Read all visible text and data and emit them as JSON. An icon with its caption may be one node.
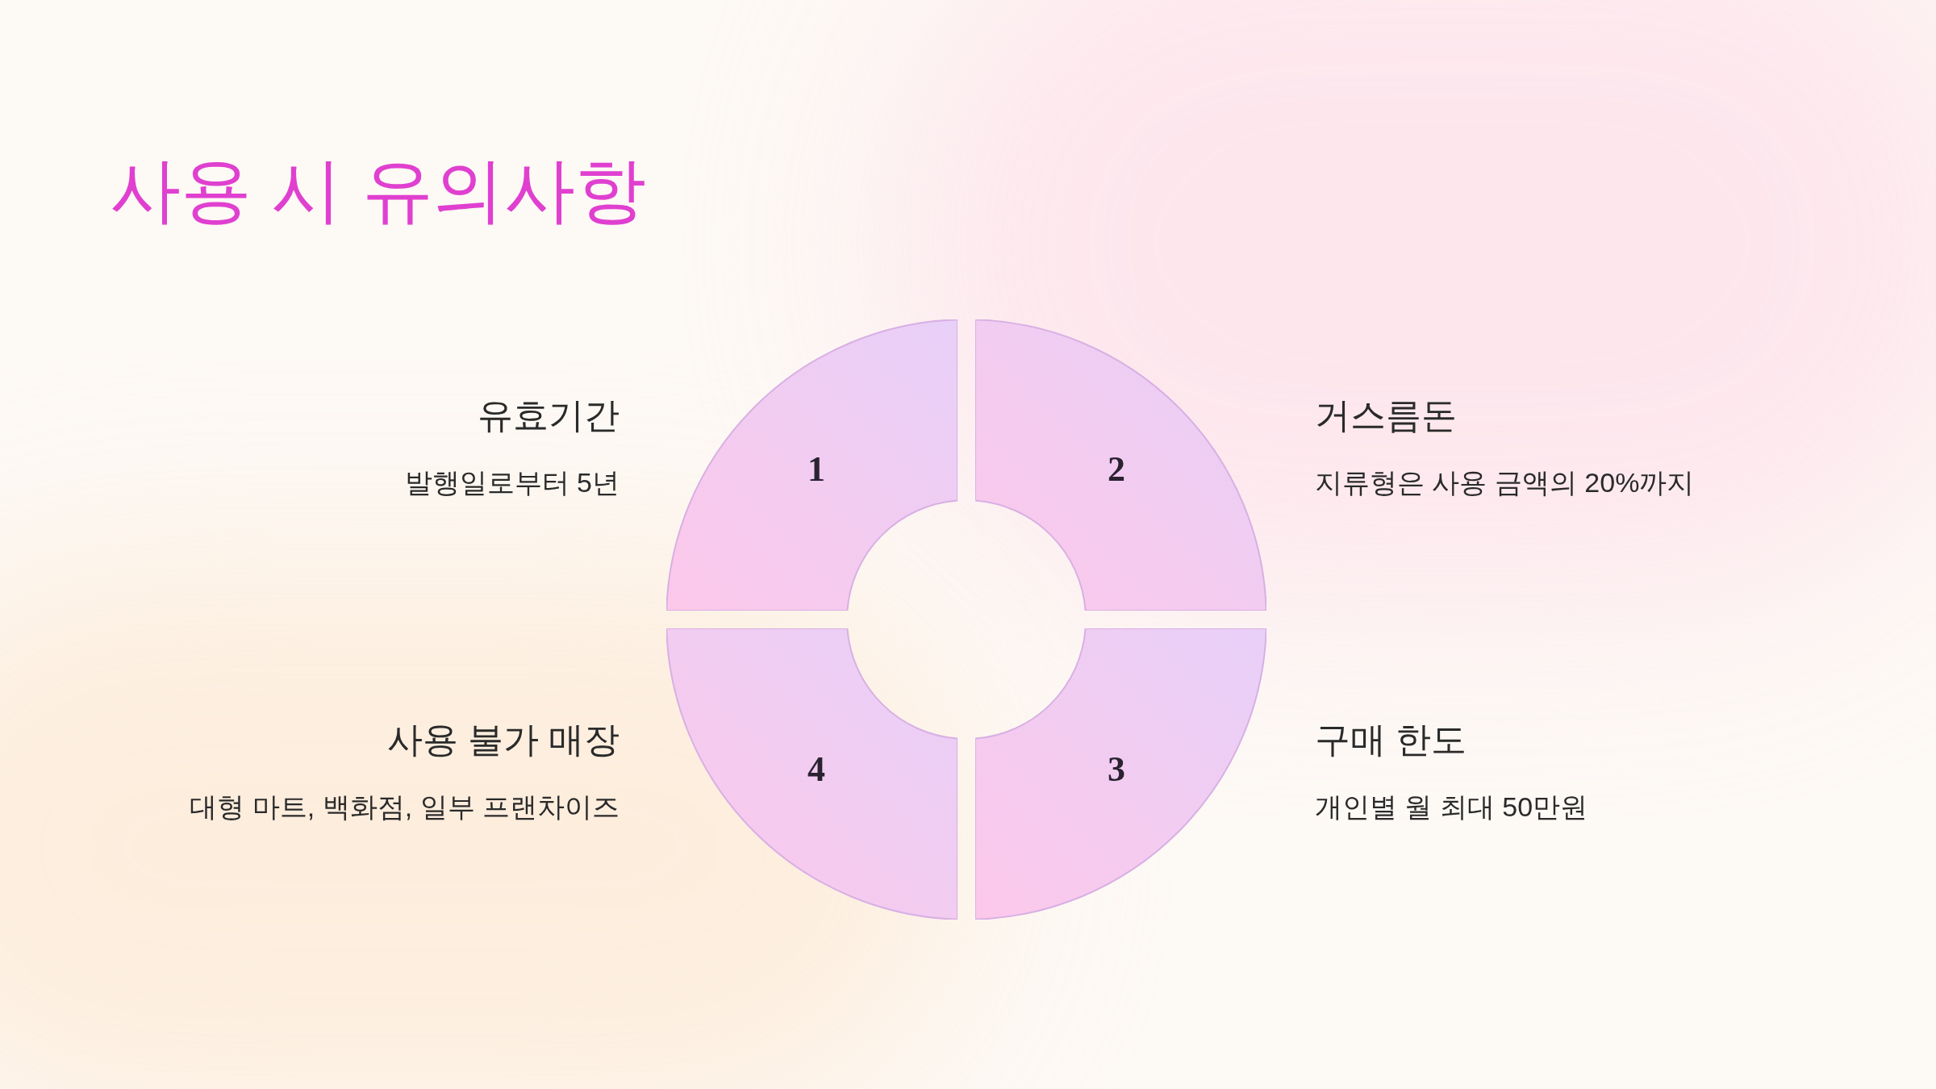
{
  "diagram": {
    "title": "사용 시 유의사항",
    "nodes": [
      {
        "text": [
          "1"
        ],
        "beside": [
          "유효기간",
          "발행일로부터 5년"
        ]
      },
      {
        "text": [
          "2"
        ],
        "beside": [
          "거스름돈",
          "지류형은 사용 금액의 20%까지"
        ]
      },
      {
        "text": [
          "3"
        ],
        "beside": [
          "구매 한도",
          "개인별 월 최대 50만원"
        ]
      },
      {
        "text": [
          "4"
        ],
        "beside": [
          "사용 불가 매장",
          "대형 마트, 백화점, 일부 프랜차이즈"
        ]
      }
    ]
  }
}
